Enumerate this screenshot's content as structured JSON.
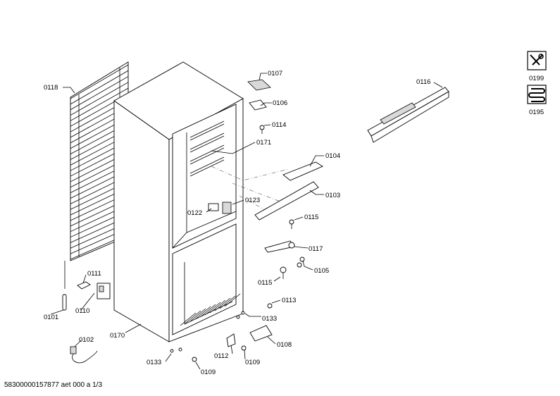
{
  "footer": "58300000157877 aet 000 a 1/3",
  "legend": {
    "service_code": "0199",
    "spare_parts_code": "0195"
  },
  "labels": {
    "p0118": "0118",
    "p0107": "0107",
    "p0106": "0106",
    "p0114": "0114",
    "p0171": "0171",
    "p0104": "0104",
    "p0103": "0103",
    "p0123": "0123",
    "p0122": "0122",
    "p0115a": "0115",
    "p0117": "0117",
    "p0105": "0105",
    "p0115b": "0115",
    "p0113": "0113",
    "p0133a": "0133",
    "p0108": "0108",
    "p0112": "0112",
    "p0109a": "0109",
    "p0109b": "0109",
    "p0133b": "0133",
    "p0170": "0170",
    "p0111": "0111",
    "p0110": "0110",
    "p0101": "0101",
    "p0102": "0102",
    "p0116": "0116"
  }
}
